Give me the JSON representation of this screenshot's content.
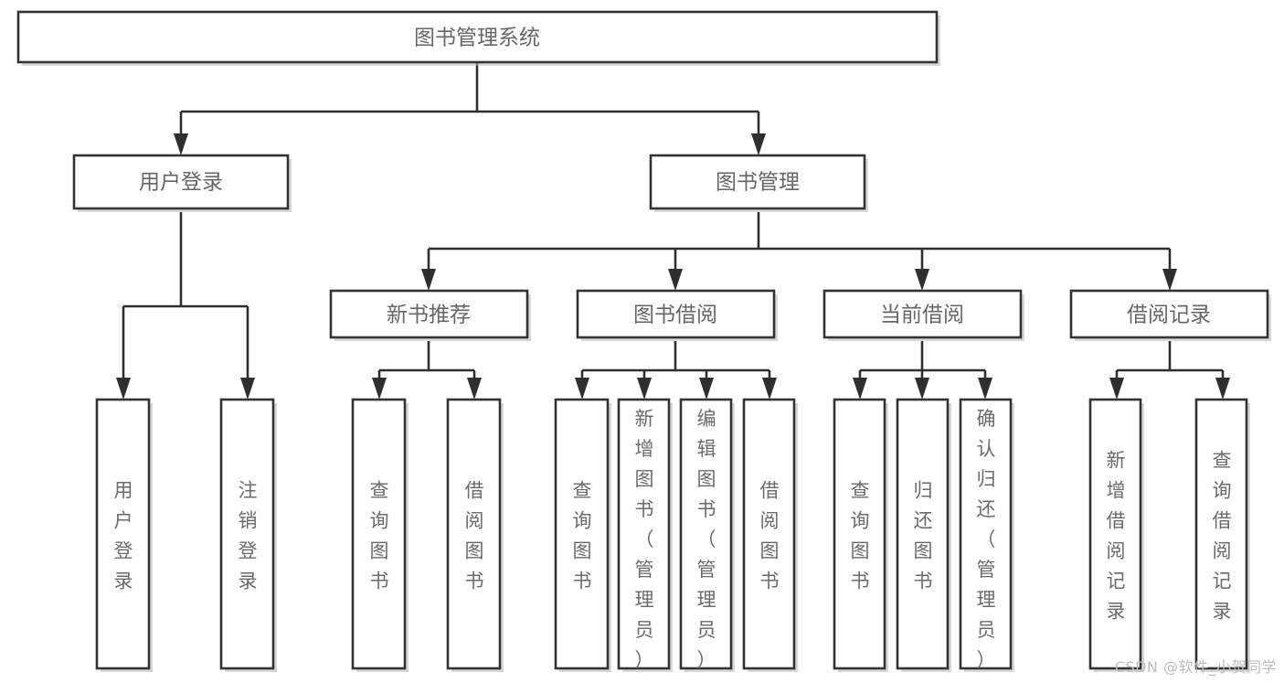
{
  "diagram": {
    "type": "tree-hierarchy",
    "title": "图书管理系统",
    "root": {
      "id": "root",
      "label": "图书管理系统",
      "orientation": "horizontal"
    },
    "level2": [
      {
        "id": "user-login",
        "label": "用户登录",
        "orientation": "horizontal"
      },
      {
        "id": "book-manage",
        "label": "图书管理",
        "orientation": "horizontal"
      }
    ],
    "level3": [
      {
        "id": "new-book-recommend",
        "label": "新书推荐",
        "orientation": "horizontal",
        "parent": "book-manage"
      },
      {
        "id": "book-borrow",
        "label": "图书借阅",
        "orientation": "horizontal",
        "parent": "book-manage"
      },
      {
        "id": "current-borrow",
        "label": "当前借阅",
        "orientation": "horizontal",
        "parent": "book-manage"
      },
      {
        "id": "borrow-record",
        "label": "借阅记录",
        "orientation": "horizontal",
        "parent": "book-manage"
      }
    ],
    "leaves": [
      {
        "id": "leaf-user-login",
        "label": "用户登录",
        "parent": "user-login",
        "orientation": "vertical"
      },
      {
        "id": "leaf-logout-login",
        "label": "注销登录",
        "parent": "user-login",
        "orientation": "vertical"
      },
      {
        "id": "leaf-query-book-1",
        "label": "查询图书",
        "parent": "new-book-recommend",
        "orientation": "vertical"
      },
      {
        "id": "leaf-borrow-book-1",
        "label": "借阅图书",
        "parent": "new-book-recommend",
        "orientation": "vertical"
      },
      {
        "id": "leaf-query-book-2",
        "label": "查询图书",
        "parent": "book-borrow",
        "orientation": "vertical"
      },
      {
        "id": "leaf-add-book-admin",
        "label": "新增图书（管理员）",
        "parent": "book-borrow",
        "orientation": "vertical"
      },
      {
        "id": "leaf-edit-book-admin",
        "label": "编辑图书（管理员）",
        "parent": "book-borrow",
        "orientation": "vertical"
      },
      {
        "id": "leaf-borrow-book-2",
        "label": "借阅图书",
        "parent": "book-borrow",
        "orientation": "vertical"
      },
      {
        "id": "leaf-query-book-3",
        "label": "查询图书",
        "parent": "current-borrow",
        "orientation": "vertical"
      },
      {
        "id": "leaf-return-book",
        "label": "归还图书",
        "parent": "current-borrow",
        "orientation": "vertical"
      },
      {
        "id": "leaf-confirm-return-admin",
        "label": "确认归还（管理员）",
        "parent": "current-borrow",
        "orientation": "vertical"
      },
      {
        "id": "leaf-add-borrow-record",
        "label": "新增借阅记录",
        "parent": "borrow-record",
        "orientation": "vertical"
      },
      {
        "id": "leaf-query-borrow-record",
        "label": "查询借阅记录",
        "parent": "borrow-record",
        "orientation": "vertical"
      }
    ],
    "colors": {
      "box_border": "#333333",
      "box_fill": "#ffffff",
      "connector": "#2f2f2f",
      "text": "#666666",
      "watermark": "#bdbdbd",
      "background": "#ffffff"
    }
  },
  "watermark": {
    "text": "CSDN @软件_小贺同学"
  }
}
